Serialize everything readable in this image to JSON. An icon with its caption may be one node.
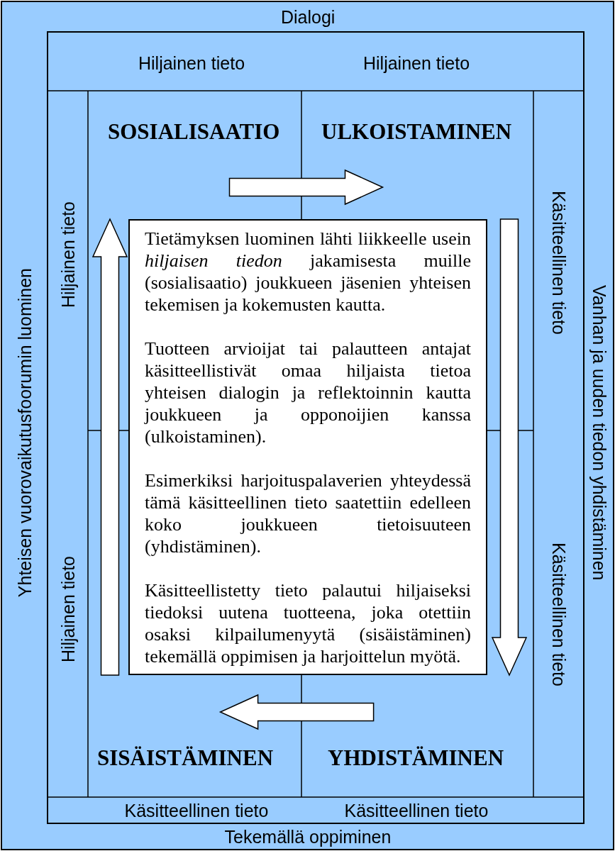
{
  "diagram": {
    "nodes": [
      {
        "text": [
          "SOSIALISAATIO"
        ]
      },
      {
        "text": [
          "ULKOISTAMINEN"
        ]
      },
      {
        "text": [
          "Tietämyksen luominen lähti liikkeelle usein *hiljaisen tiedon* jakamisesta muille (sosialisaatio) joukkueen jäsenien yhteisen tekemisen ja kokemusten kautta.",
          "Tuotteen arvioijat tai palautteen antajat käsitteellistivät omaa hiljaista tietoa yhteisen dialogin ja reflektoinnin kautta joukkueen ja opponoijien kanssa (ulkoistaminen).",
          "Esimerkiksi harjoituspalaverien yhteydessä tämä käsitteellinen tieto saatettiin edelleen koko joukkueen tietoisuuteen (yhdistäminen).",
          "Käsitteellistetty tieto palautui hiljaiseksi tiedoksi uutena tuotteena, joka otettiin osaksi kilpailumenyytä (sisäistäminen) tekemällä oppimisen ja harjoittelun myötä."
        ]
      },
      {
        "text": [
          "SISÄISTÄMINEN"
        ]
      },
      {
        "text": [
          "YHDISTÄMINEN"
        ]
      }
    ],
    "edges": [
      {
        "from": 0,
        "to": 1,
        "arrow": "to"
      },
      {
        "from": 1,
        "to": 4,
        "arrow": "to"
      },
      {
        "from": 4,
        "to": 3,
        "arrow": "to"
      },
      {
        "from": 3,
        "to": 0,
        "arrow": "to"
      }
    ],
    "labels": [
      "Dialogi",
      "Hiljainen tieto",
      "Hiljainen tieto",
      "Yhteisen vuorovaikutusfoorumin luominen",
      "Hiljainen tieto",
      "Käsitteellinen tieto",
      "Vanhan ja uuden tiedon yhdistäminen",
      "Hiljainen tieto",
      "Käsitteellinen tieto",
      "Käsitteellinen tieto",
      "Käsitteellinen tieto",
      "Tekemällä oppiminen"
    ]
  }
}
